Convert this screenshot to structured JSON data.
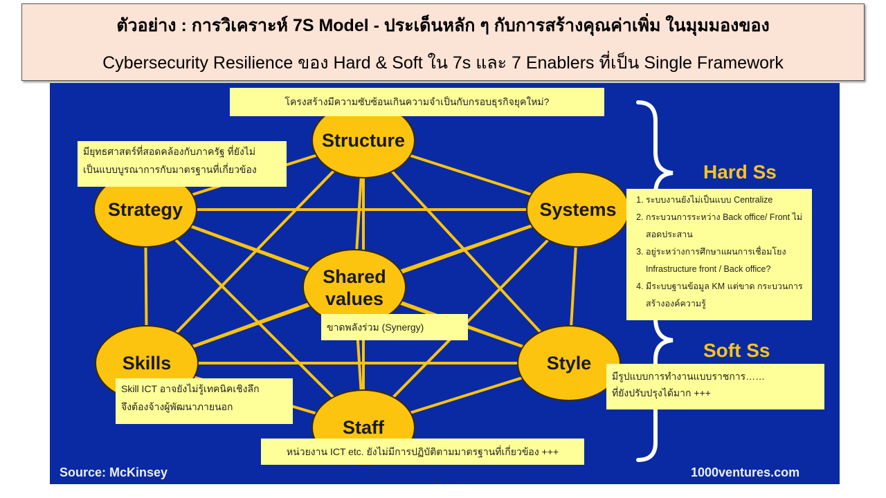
{
  "title": {
    "line1": "ตัวอย่าง : การวิเคราะห์ 7S Model - ประเด็นหลัก ๆ กับการสร้างคุณค่าเพิ่ม ในมุมมองของ",
    "line2": "Cybersecurity Resilience ของ Hard & Soft ใน 7s และ 7 Enablers ที่เป็น Single Framework"
  },
  "nodes": [
    {
      "id": "structure",
      "label": "Structure"
    },
    {
      "id": "strategy",
      "label": "Strategy"
    },
    {
      "id": "systems",
      "label": "Systems"
    },
    {
      "id": "shared",
      "label": "Shared values"
    },
    {
      "id": "skills",
      "label": "Skills"
    },
    {
      "id": "style",
      "label": "Style"
    },
    {
      "id": "staff",
      "label": "Staff"
    }
  ],
  "groups": {
    "hard": "Hard Ss",
    "soft": "Soft Ss"
  },
  "notes": {
    "structure": "โครงสร้างมีความซับซ้อนเกินความจำเป็นกับกรอบธุรกิจยุคใหม่?",
    "strategy": [
      "มียุทธศาสตร์ที่สอดคล้องกับภาครัฐ ที่ยังไม่",
      "เป็นแบบบูรณาการกับมาตรฐานที่เกี่ยวข้อง"
    ],
    "systems": [
      "ระบบงานยังไม่เป็นแบบ Centralize",
      "กระบวนการระหว่าง Back office/ Front ไม่สอดประสาน",
      "อยู่ระหว่างการศึกษาแผนการเชื่อมโยง Infrastructure front / Back office?",
      "มีระบบฐานข้อมูล KM  แต่ขาด กระบวนการสร้างองค์ความรู้"
    ],
    "shared": "ขาดพลังร่วม (Synergy)",
    "skills": [
      "Skill ICT อาจยังไม่รู้เทคนิคเชิงลึก",
      "จึงต้องจ้างผู้พัฒนาภายนอก"
    ],
    "style": [
      "มีรูปแบบการทำงานแบบราชการ……",
      "ที่ยังปรับปรุงได้มาก +++"
    ],
    "staff": "หน่วยงาน ICT etc. ยังไม่มีการปฏิบัติตามมาตรฐานที่เกี่ยวข้อง +++"
  },
  "source": "Source: McKinsey",
  "credit": "1000ventures.com",
  "page_number": "2",
  "colors": {
    "background": "#0a2aa3",
    "node": "#fcc40f",
    "note": "#ffff99",
    "accent": "#f7c520"
  }
}
